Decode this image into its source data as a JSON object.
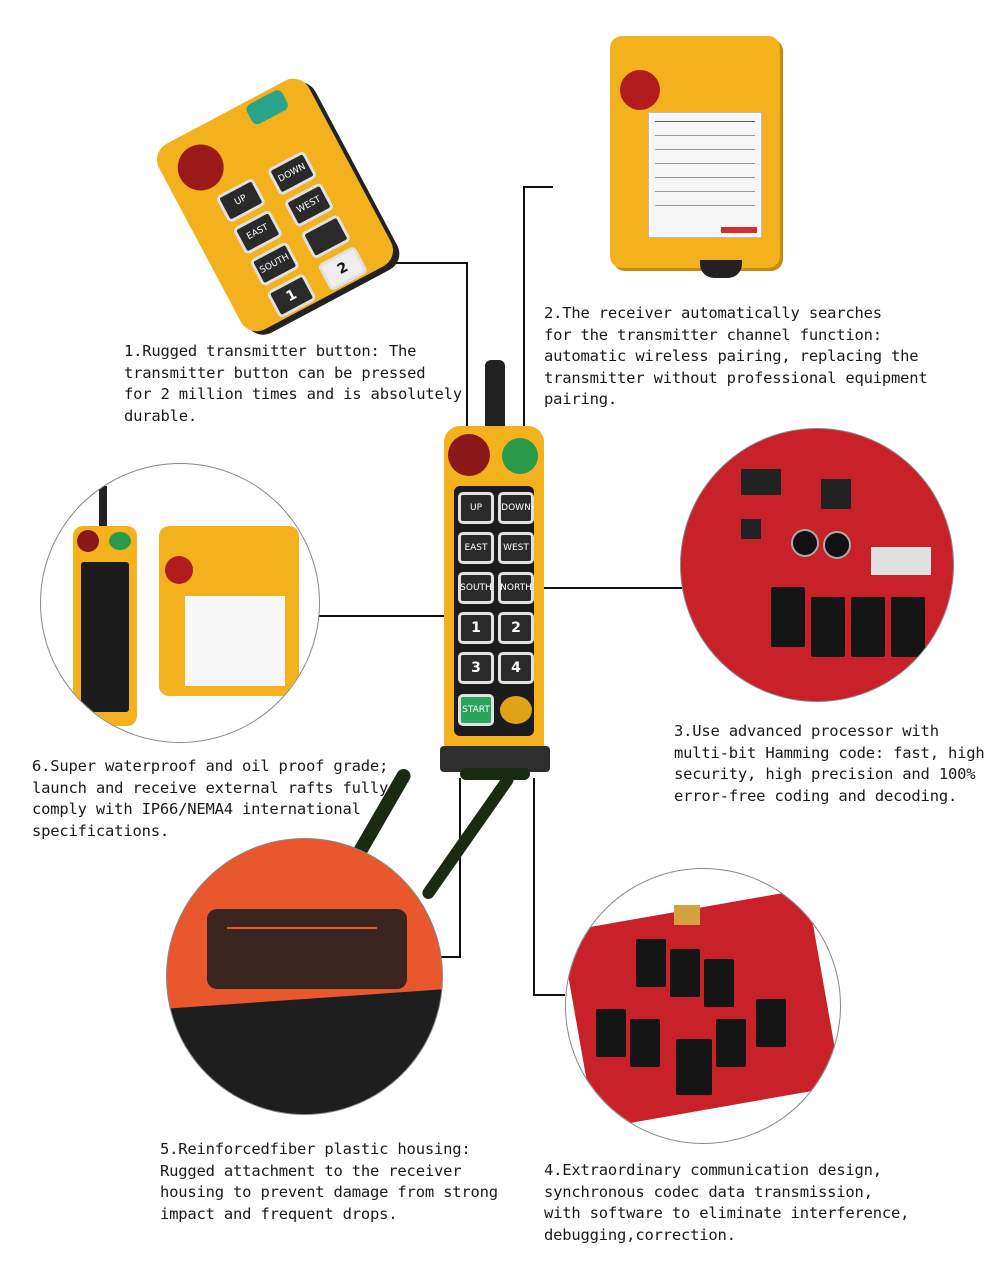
{
  "captions": {
    "c1": "1.Rugged transmitter button: The\ntransmitter button can be pressed\nfor 2 million times and is absolutely\ndurable.",
    "c2": "2.The receiver automatically searches\nfor the transmitter channel function:\nautomatic wireless pairing, replacing the\ntransmitter without professional equipment\npairing.",
    "c3": "3.Use advanced processor with\nmulti-bit Hamming code: fast, high\nsecurity, high precision and 100%\nerror-free coding and decoding.",
    "c4": "4.Extraordinary communication design,\nsynchronous codec data transmission,\nwith software to eliminate interference,\ndebugging,correction.",
    "c5": "5.Reinforcedfiber plastic housing:\nRugged attachment to the receiver\nhousing to prevent damage from strong\nimpact and frequent drops.",
    "c6": "6.Super waterproof and oil proof grade;\nlaunch and receive external rafts fully\ncomply with IP66/NEMA4 international\nspecifications."
  },
  "remote_buttons": [
    "UP",
    "DOWN",
    "EAST",
    "WEST",
    "SOUTH",
    "NORTH",
    "1",
    "2",
    "3",
    "4",
    "START",
    ""
  ],
  "top_buttons": [
    "UP",
    "DOWN",
    "EAST",
    "WEST",
    "SOUTH",
    "",
    "1",
    "2"
  ],
  "colors": {
    "housing": "#f4b11e",
    "pcb": "#c8212a",
    "button": "#2a2a2a",
    "start": "#2aa35b"
  }
}
